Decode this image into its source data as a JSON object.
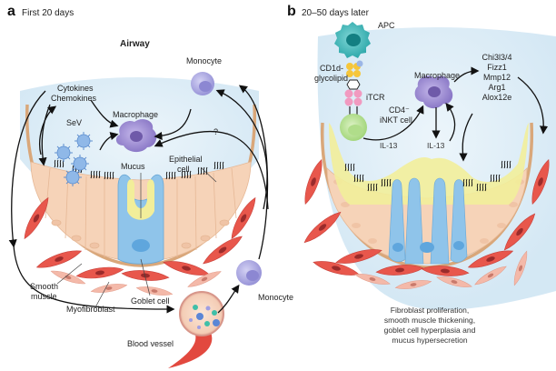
{
  "panel_a": {
    "letter": "a",
    "title": "First 20 days",
    "heading": "Airway",
    "labels": {
      "monocyte_top": "Monocyte",
      "cytokines": "Cytokines",
      "chemokines": "Chemokines",
      "sev": "SeV",
      "macrophage": "Macrophage",
      "question": "?",
      "mucus": "Mucus",
      "epithelial_1": "Epithelial",
      "epithelial_2": "cell",
      "smooth_1": "Smooth",
      "smooth_2": "muscle",
      "myofibroblast": "Myofibroblast",
      "goblet": "Goblet cell",
      "monocyte_bottom": "Monocyte",
      "blood_vessel": "Blood vessel"
    }
  },
  "panel_b": {
    "letter": "b",
    "title": "20–50 days later",
    "labels": {
      "apc": "APC",
      "cd1d_1": "CD1d-",
      "cd1d_2": "glycolipid",
      "itcr": "iTCR",
      "cd4_1": "CD4⁻",
      "cd4_2": "iNKT cell",
      "macrophage": "Macrophage",
      "il13_left": "IL-13",
      "il13_right": "IL-13"
    },
    "genes": [
      "Chi3l3/4",
      "Fizz1",
      "Mmp12",
      "Arg1",
      "Alox12e"
    ],
    "caption": [
      "Fibroblast proliferation,",
      "smooth muscle thickening,",
      "goblet cell hyperplasia and",
      "mucus hypersecretion"
    ]
  },
  "colors": {
    "airway_lumen": "#dcecf6",
    "epithelium": "#f6d3b8",
    "basement": "#d9a77a",
    "goblet": "#8fc4ea",
    "mucus": "#f2ee9a",
    "smooth_muscle": "#e8544a",
    "myofibroblast": "#f2b7a8",
    "macrophage": "#a28fd0",
    "monocyte": "#a9a6e0",
    "virus": "#8fb8e8",
    "apc": "#3fb9b9",
    "inkt": "#b8e08f",
    "itcr": "#f19ac0",
    "cd1d": "#f6c63a"
  }
}
